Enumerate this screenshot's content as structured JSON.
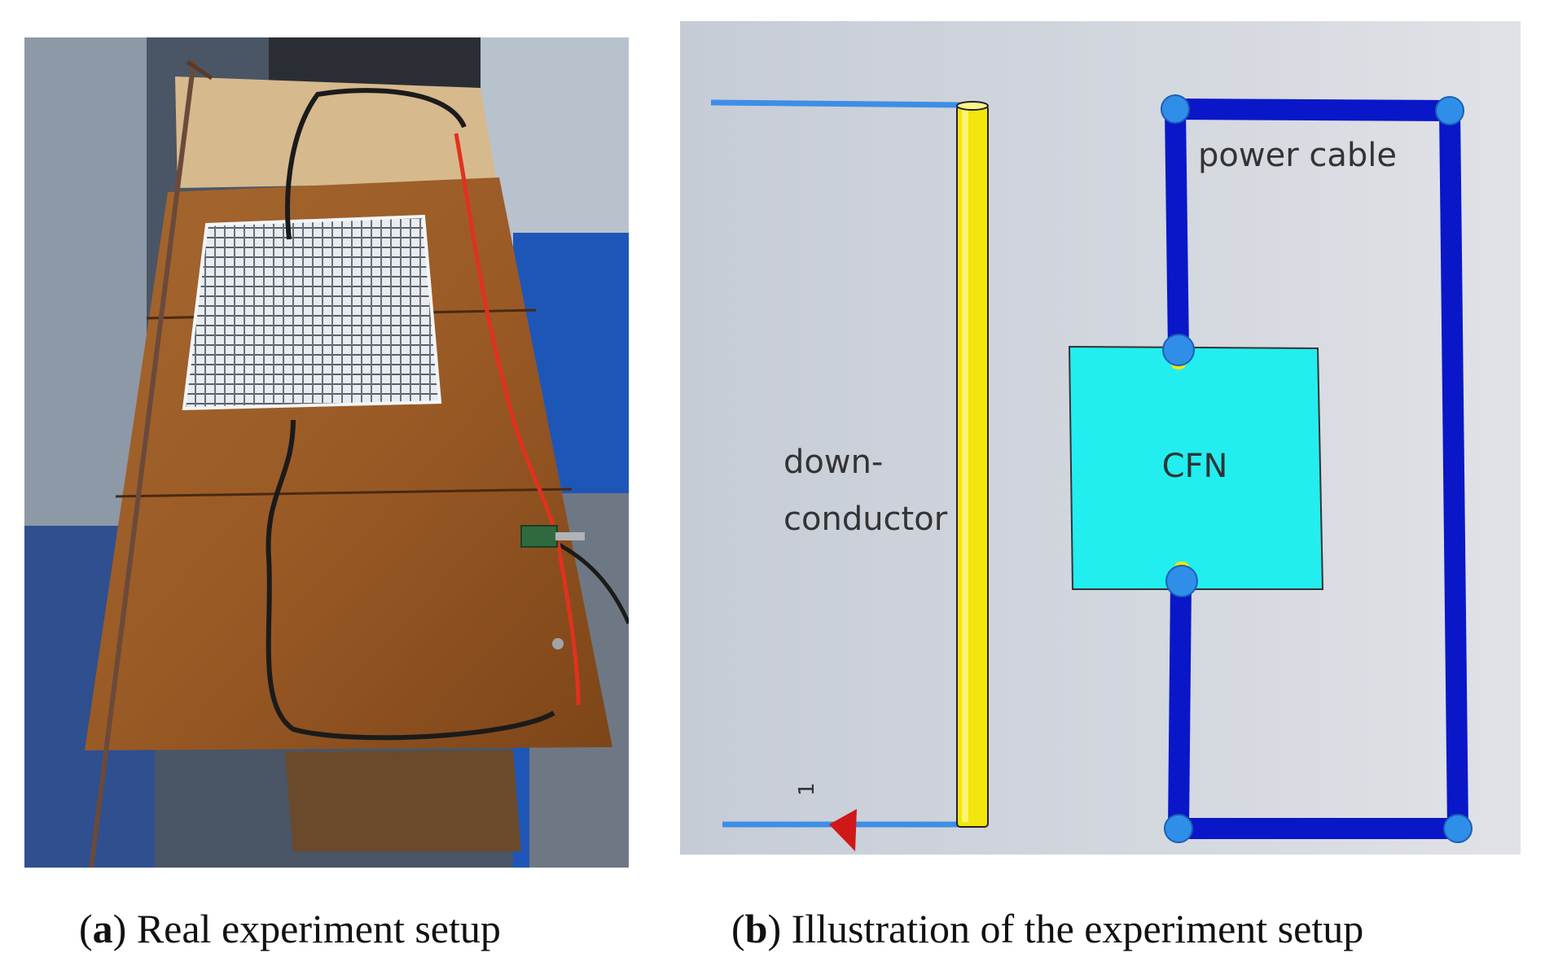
{
  "panel_a": {
    "caption_letter": "a",
    "caption_text": "Real experiment setup"
  },
  "panel_b": {
    "caption_letter": "b",
    "caption_text": "Illustration of the experiment setup",
    "label_power_cable": "power cable",
    "label_cfn": "CFN",
    "label_down_line1": "down-",
    "label_down_line2": "conductor",
    "label_port": "1",
    "colors": {
      "down_conductor": "#f2e60c",
      "cable": "#0a17c8",
      "cfn_box": "#22eef0",
      "feed_line": "#3d8ee6",
      "port_marker": "#d01818",
      "joint": "#2f8ee8"
    }
  }
}
